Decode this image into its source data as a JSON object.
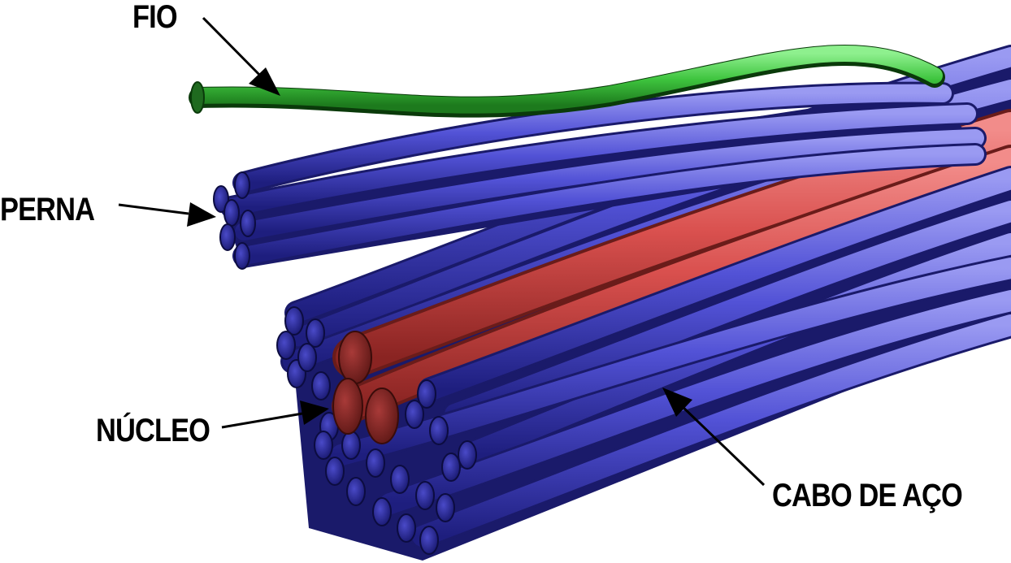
{
  "labels": {
    "fio": "FIO",
    "perna": "PERNA",
    "nucleo": "NÚCLEO",
    "cabo": "CABO DE AÇO"
  },
  "colors": {
    "wire": "#3ec43e",
    "strand": "#4b4bd0",
    "core": "#d64a48",
    "arrow": "#000000",
    "background": "#ffffff"
  }
}
